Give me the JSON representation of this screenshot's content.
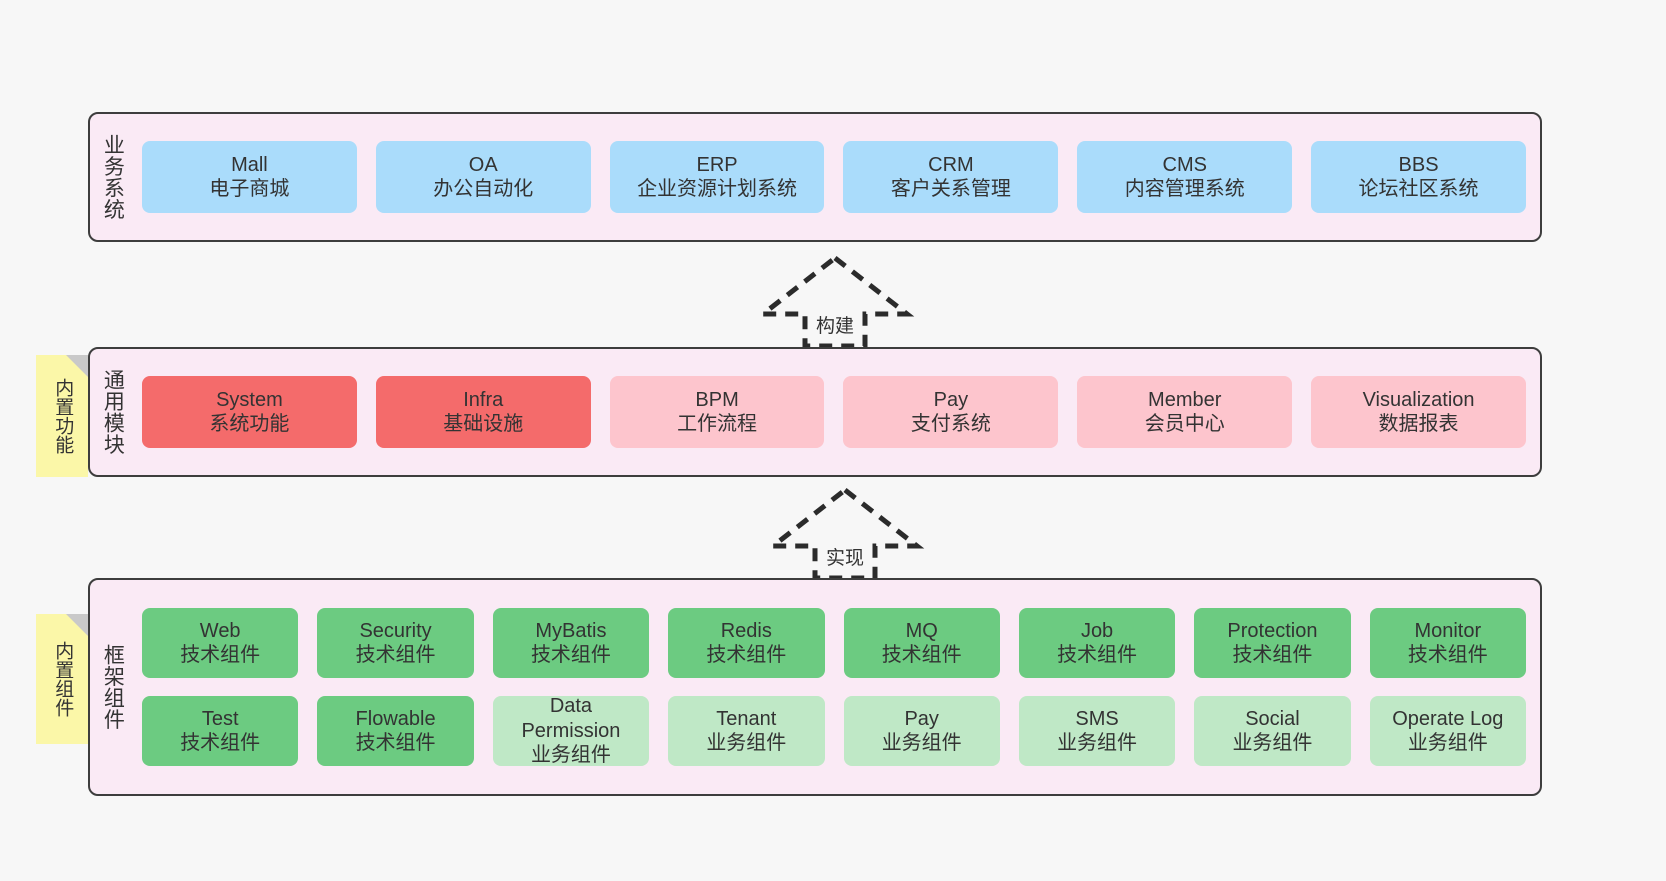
{
  "diagram": {
    "background_color": "#f7f7f7",
    "layer_fill": "#faeaf5",
    "layer_border": "#3d3d3d",
    "note_fill": "#fbf7a8"
  },
  "notes": [
    {
      "id": "builtin-function",
      "label": "内置功能"
    },
    {
      "id": "builtin-component",
      "label": "内置组件"
    }
  ],
  "connectors": [
    {
      "id": "build",
      "label": "构建",
      "style": "dashed-hollow-arrow-up"
    },
    {
      "id": "realize",
      "label": "实现",
      "style": "dashed-hollow-arrow-up"
    }
  ],
  "layers": [
    {
      "id": "business",
      "title": "业务系统",
      "color": "#aadcfb",
      "rows": [
        [
          {
            "en": "Mall",
            "cn": "电子商城"
          },
          {
            "en": "OA",
            "cn": "办公自动化"
          },
          {
            "en": "ERP",
            "cn": "企业资源计划系统"
          },
          {
            "en": "CRM",
            "cn": "客户关系管理"
          },
          {
            "en": "CMS",
            "cn": "内容管理系统"
          },
          {
            "en": "BBS",
            "cn": "论坛社区系统"
          }
        ]
      ]
    },
    {
      "id": "common",
      "title": "通用模块",
      "rows": [
        [
          {
            "en": "System",
            "cn": "系统功能",
            "color": "#f46b6b"
          },
          {
            "en": "Infra",
            "cn": "基础设施",
            "color": "#f46b6b"
          },
          {
            "en": "BPM",
            "cn": "工作流程",
            "color": "#fdc5cd"
          },
          {
            "en": "Pay",
            "cn": "支付系统",
            "color": "#fdc5cd"
          },
          {
            "en": "Member",
            "cn": "会员中心",
            "color": "#fdc5cd"
          },
          {
            "en": "Visualization",
            "cn": "数据报表",
            "color": "#fdc5cd"
          }
        ]
      ]
    },
    {
      "id": "frame",
      "title": "框架组件",
      "rows": [
        [
          {
            "en": "Web",
            "cn": "技术组件",
            "color": "#6ccb81"
          },
          {
            "en": "Security",
            "cn": "技术组件",
            "color": "#6ccb81"
          },
          {
            "en": "MyBatis",
            "cn": "技术组件",
            "color": "#6ccb81"
          },
          {
            "en": "Redis",
            "cn": "技术组件",
            "color": "#6ccb81"
          },
          {
            "en": "MQ",
            "cn": "技术组件",
            "color": "#6ccb81"
          },
          {
            "en": "Job",
            "cn": "技术组件",
            "color": "#6ccb81"
          },
          {
            "en": "Protection",
            "cn": "技术组件",
            "color": "#6ccb81"
          },
          {
            "en": "Monitor",
            "cn": "技术组件",
            "color": "#6ccb81"
          }
        ],
        [
          {
            "en": "Test",
            "cn": "技术组件",
            "color": "#6ccb81"
          },
          {
            "en": "Flowable",
            "cn": "技术组件",
            "color": "#6ccb81"
          },
          {
            "en": "Data Permission",
            "cn": "业务组件",
            "color": "#bfe8c6"
          },
          {
            "en": "Tenant",
            "cn": "业务组件",
            "color": "#bfe8c6"
          },
          {
            "en": "Pay",
            "cn": "业务组件",
            "color": "#bfe8c6"
          },
          {
            "en": "SMS",
            "cn": "业务组件",
            "color": "#bfe8c6"
          },
          {
            "en": "Social",
            "cn": "业务组件",
            "color": "#bfe8c6"
          },
          {
            "en": "Operate Log",
            "cn": "业务组件",
            "color": "#bfe8c6"
          }
        ]
      ]
    }
  ]
}
